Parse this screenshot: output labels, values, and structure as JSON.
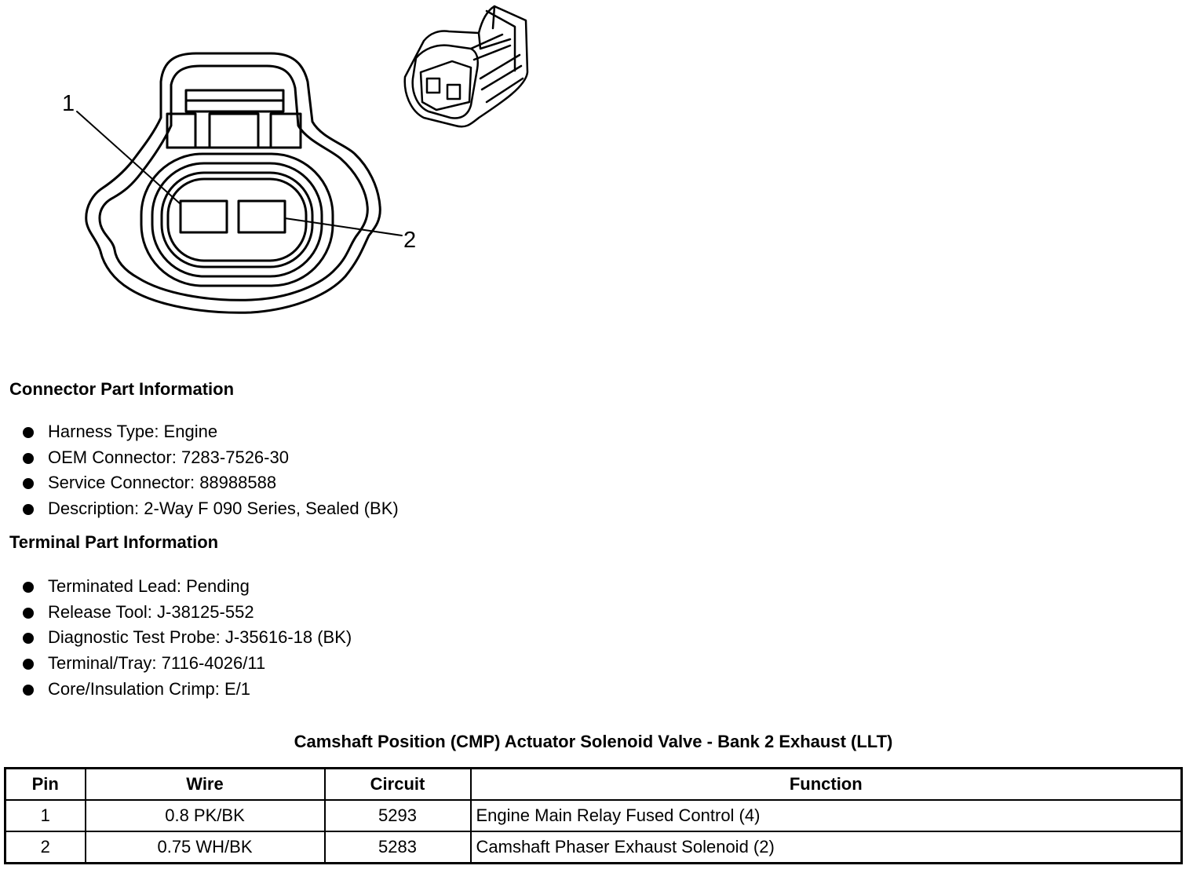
{
  "diagram": {
    "callouts": [
      "1",
      "2"
    ]
  },
  "connector_section": {
    "heading": "Connector Part Information",
    "items": [
      "Harness Type: Engine",
      "OEM Connector: 7283-7526-30",
      "Service Connector: 88988588",
      "Description: 2-Way F 090 Series, Sealed (BK)"
    ]
  },
  "terminal_section": {
    "heading": "Terminal Part Information",
    "items": [
      "Terminated Lead: Pending",
      "Release Tool: J-38125-552",
      "Diagnostic Test Probe: J-35616-18 (BK)",
      "Terminal/Tray: 7116-4026/11",
      "Core/Insulation Crimp: E/1"
    ]
  },
  "pin_table": {
    "title": "Camshaft Position (CMP) Actuator Solenoid Valve - Bank 2 Exhaust (LLT)",
    "headers": [
      "Pin",
      "Wire",
      "Circuit",
      "Function"
    ],
    "rows": [
      [
        "1",
        "0.8 PK/BK",
        "5293",
        "Engine Main Relay Fused Control (4)"
      ],
      [
        "2",
        "0.75 WH/BK",
        "5283",
        "Camshaft Phaser Exhaust Solenoid (2)"
      ]
    ]
  }
}
